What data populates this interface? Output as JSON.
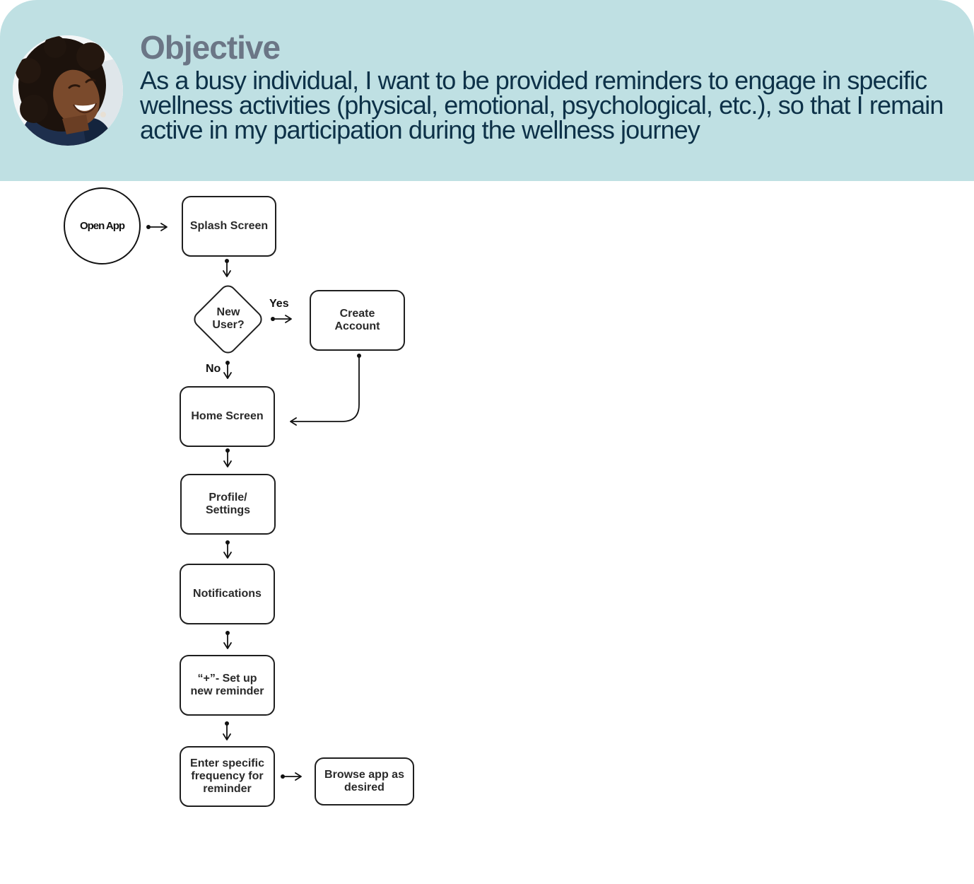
{
  "header": {
    "title": "Objective",
    "objective_text": "As a busy individual, I want to be provided reminders to engage in specific wellness activities (physical, emotional, psychological, etc.), so that I remain active in my participation during the wellness journey",
    "background_color": "#bfe0e3",
    "title_color": "#6b7686",
    "text_color": "#0d3148",
    "avatar_icon": "user-photo"
  },
  "flow": {
    "start": "Open App",
    "splash": "Splash Screen",
    "decision": "New\nUser?",
    "yes_label": "Yes",
    "no_label": "No",
    "create_account": "Create\nAccount",
    "home": "Home Screen",
    "profile": "Profile/\nSettings",
    "notifications": "Notifications",
    "setup": "“+”- Set up\nnew reminder",
    "enter_frequency": "Enter specific\nfrequency for\nreminder",
    "browse": "Browse app as\ndesired"
  }
}
